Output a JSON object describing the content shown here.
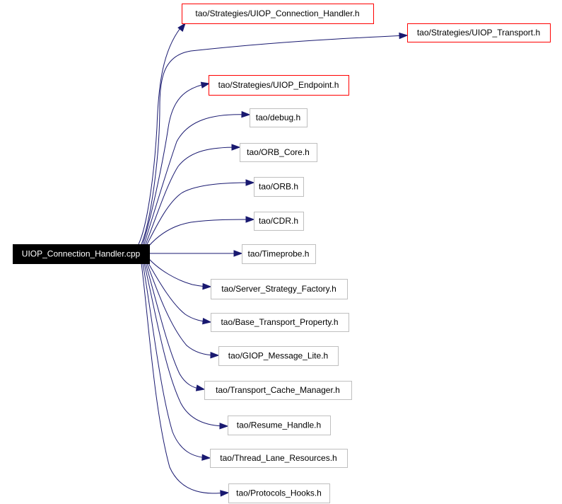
{
  "diagram": {
    "root": "UIOP_Connection_Handler.cpp",
    "includes": [
      "tao/Strategies/UIOP_Connection_Handler.h",
      "tao/Strategies/UIOP_Transport.h",
      "tao/Strategies/UIOP_Endpoint.h",
      "tao/debug.h",
      "tao/ORB_Core.h",
      "tao/ORB.h",
      "tao/CDR.h",
      "tao/Timeprobe.h",
      "tao/Server_Strategy_Factory.h",
      "tao/Base_Transport_Property.h",
      "tao/GIOP_Message_Lite.h",
      "tao/Transport_Cache_Manager.h",
      "tao/Resume_Handle.h",
      "tao/Thread_Lane_Resources.h",
      "tao/Protocols_Hooks.h"
    ],
    "colors": {
      "edge": "#191970",
      "root_fill": "#000000",
      "root_text": "#ffffff",
      "documented_border": "#ff0000",
      "undocumented_border": "#bfbfbf",
      "node_fill": "#ffffff",
      "node_text": "#000000"
    }
  }
}
